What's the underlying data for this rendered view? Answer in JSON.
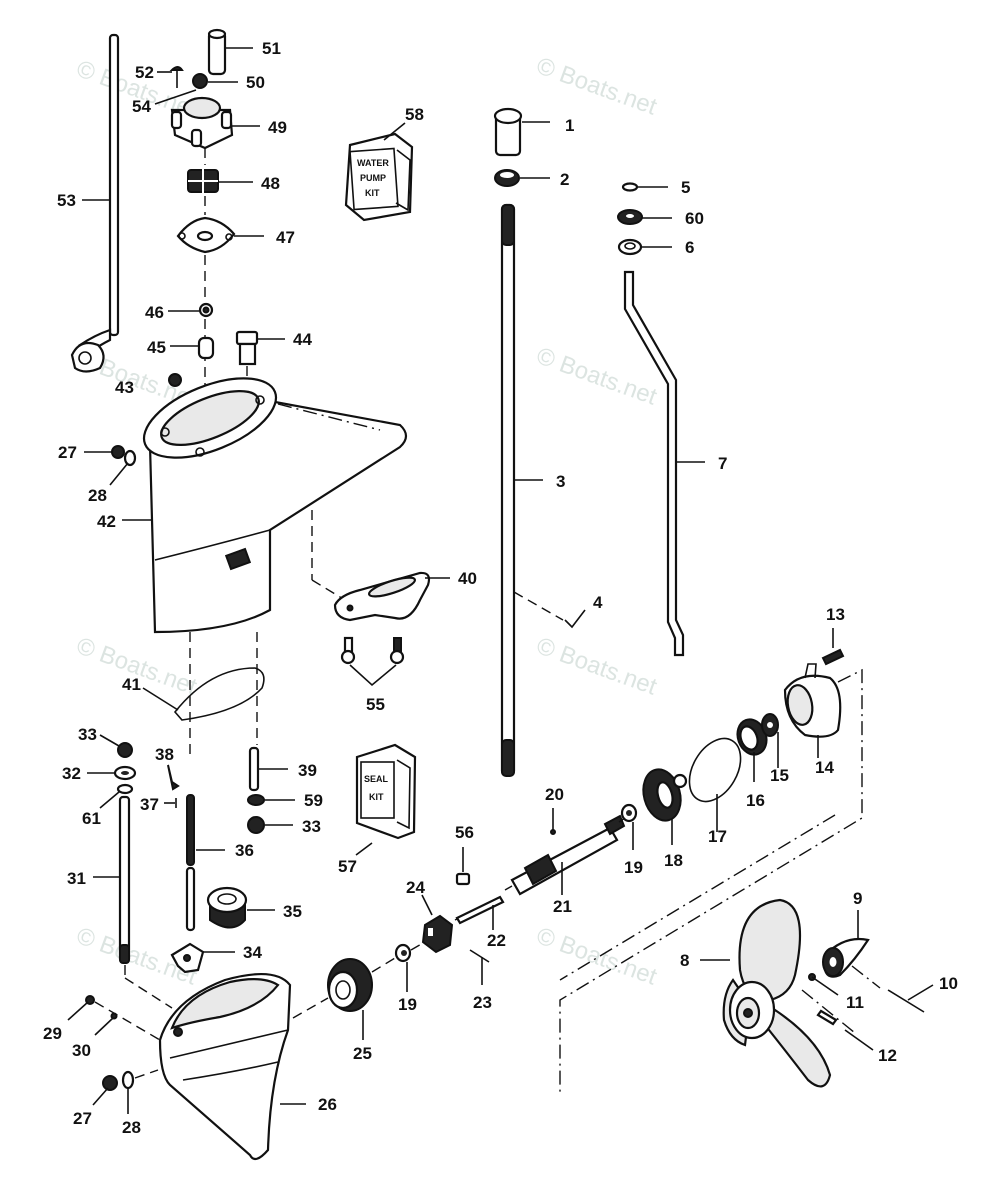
{
  "diagram": {
    "type": "exploded-parts-diagram",
    "subject": "outboard gearcase / lower unit and water pump",
    "watermark": "© Boats.net",
    "kit_boxes": {
      "water_pump_kit": [
        "WATER",
        "PUMP",
        "KIT"
      ],
      "seal_kit": [
        "SEAL",
        "KIT"
      ]
    },
    "callouts": {
      "c1": "1",
      "c2": "2",
      "c3": "3",
      "c4": "4",
      "c5": "5",
      "c6": "6",
      "c7": "7",
      "c8": "8",
      "c9": "9",
      "c10": "10",
      "c11": "11",
      "c12": "12",
      "c13": "13",
      "c14": "14",
      "c15": "15",
      "c16": "16",
      "c17": "17",
      "c18": "18",
      "c19a": "19",
      "c19b": "19",
      "c20": "20",
      "c21": "21",
      "c22": "22",
      "c23": "23",
      "c24": "24",
      "c25": "25",
      "c26": "26",
      "c27a": "27",
      "c27b": "27",
      "c28a": "28",
      "c28b": "28",
      "c29": "29",
      "c30": "30",
      "c31": "31",
      "c32": "32",
      "c33a": "33",
      "c33b": "33",
      "c34": "34",
      "c35": "35",
      "c36": "36",
      "c37": "37",
      "c38": "38",
      "c39": "39",
      "c40": "40",
      "c41": "41",
      "c42": "42",
      "c43": "43",
      "c44": "44",
      "c45": "45",
      "c46": "46",
      "c47": "47",
      "c48": "48",
      "c49": "49",
      "c50": "50",
      "c51": "51",
      "c52": "52",
      "c53": "53",
      "c54": "54",
      "c55": "55",
      "c56": "56",
      "c57": "57",
      "c58": "58",
      "c59": "59",
      "c60": "60",
      "c61": "61"
    }
  }
}
